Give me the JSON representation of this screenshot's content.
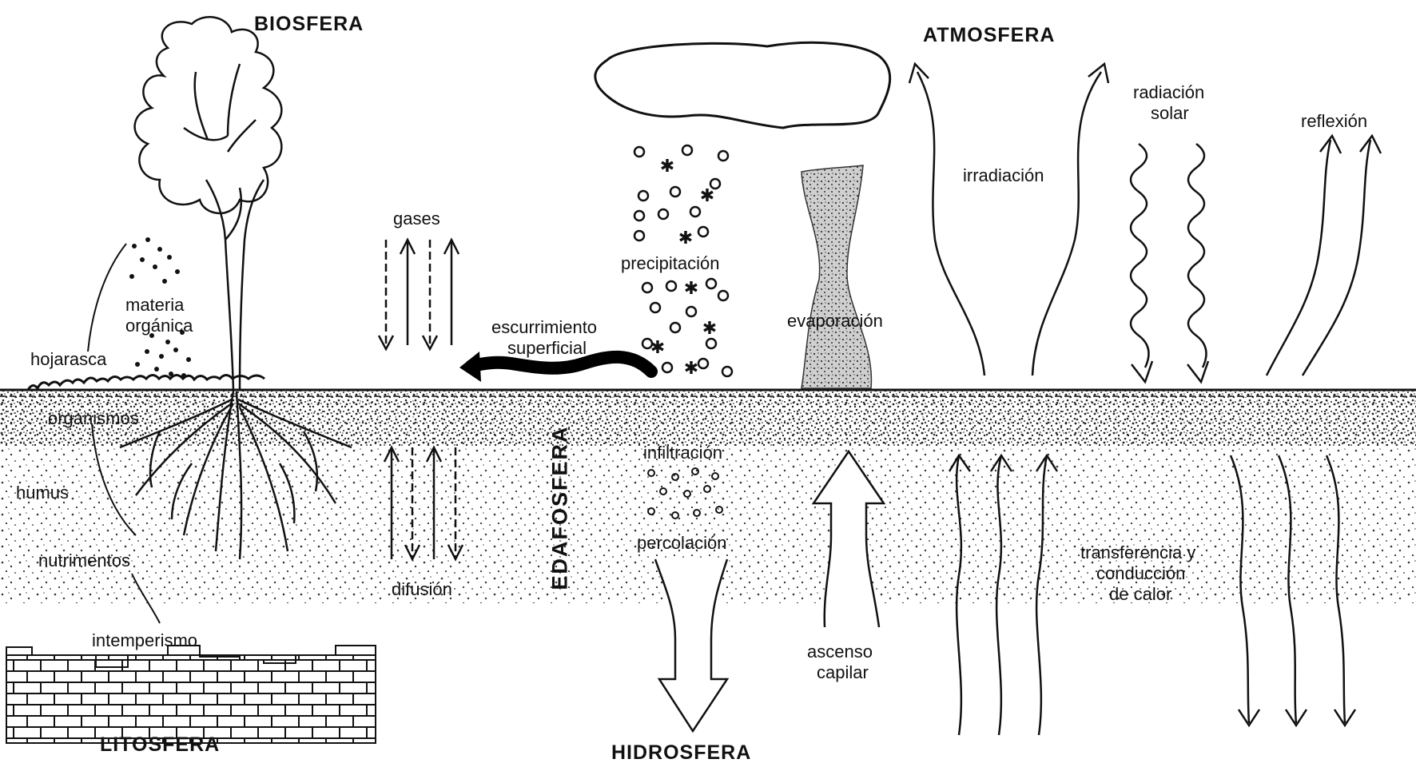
{
  "spheres": {
    "biosfera": "BIOSFERA",
    "atmosfera": "ATMOSFERA",
    "litosfera": "LITOSFERA",
    "hidrosfera": "HIDROSFERA",
    "edafosfera": "EDAFOSFERA"
  },
  "labels": {
    "materia": "materia",
    "organica": "orgánica",
    "hojarasca": "hojarasca",
    "organismos": "organismos",
    "humus": "humus",
    "nutrimentos": "nutrimentos",
    "intemperismo": "intemperismo",
    "gases": "gases",
    "difusion": "difusión",
    "escurrimiento": "escurrimiento",
    "superficial": "superficial",
    "precipitacion": "precipitación",
    "infiltracion": "infiltración",
    "percolacion": "percolación",
    "evaporacion": "evaporación",
    "ascenso": "ascenso",
    "capilar": "capilar",
    "irradiacion": "irradiación",
    "radiacion": "radiación",
    "solar": "solar",
    "reflexion": "reflexión",
    "transferencia": "transferencia y",
    "conduccion": "conducción",
    "de_calor": "de calor"
  }
}
